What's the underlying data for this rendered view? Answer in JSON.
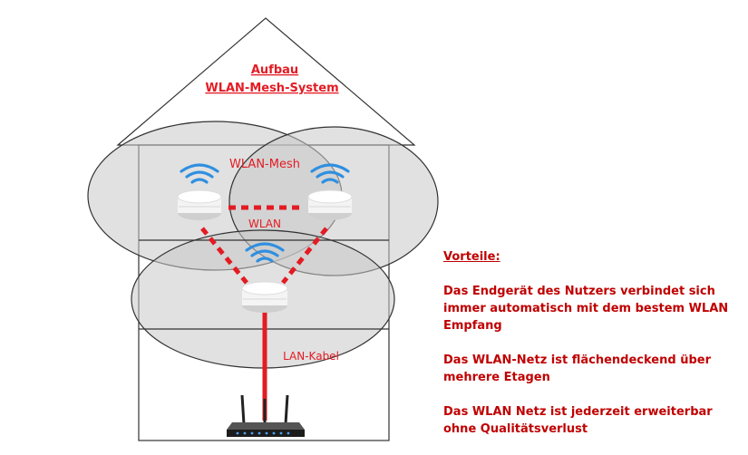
{
  "title": {
    "line1": "Aufbau",
    "line2": "WLAN-Mesh-System"
  },
  "labels": {
    "mesh": "WLAN-Mesh",
    "wlan": "WLAN",
    "lan": "LAN-Kabel"
  },
  "benefits": {
    "heading": "Vorteile:",
    "items": [
      "Das Endgerät des Nutzers verbindet sich immer automatisch mit dem bestem WLAN Empfang",
      "Das WLAN-Netz ist flächendeckend über mehrere Etagen",
      "Das WLAN Netz ist jederzeit erweiterbar ohne Qualitätsverlust"
    ]
  },
  "colors": {
    "accent_red": "#e31b23",
    "text_red": "#c00000",
    "wifi_blue": "#2f8fe0",
    "coverage_fill": "#d6d6d6"
  },
  "icons": [
    "wifi-icon",
    "mesh-node-icon",
    "router-icon"
  ]
}
